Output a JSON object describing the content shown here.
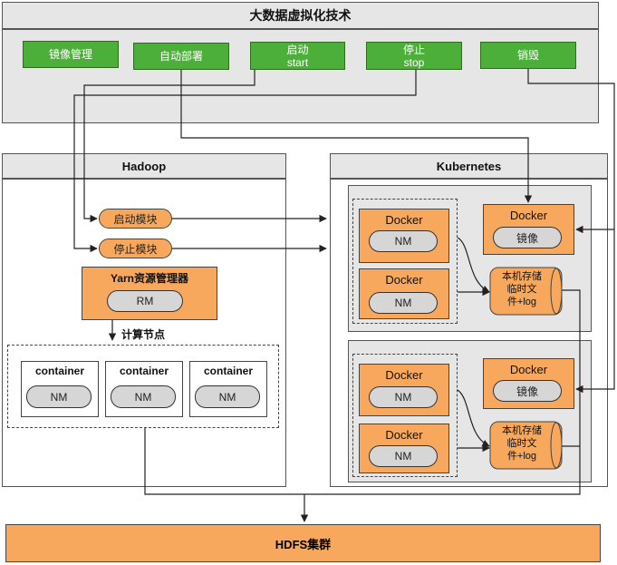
{
  "top": {
    "title": "大数据虚拟化技术",
    "buttons": [
      {
        "line1": "镜像管理",
        "line2": ""
      },
      {
        "line1": "自动部署",
        "line2": ""
      },
      {
        "line1": "启动",
        "line2": "start"
      },
      {
        "line1": "停止",
        "line2": "stop"
      },
      {
        "line1": "销毁",
        "line2": ""
      }
    ]
  },
  "hadoop": {
    "title": "Hadoop",
    "start_module": "启动模块",
    "stop_module": "停止模块",
    "yarn": "Yarn资源管理器",
    "rm": "RM",
    "compute_nodes": "计算节点",
    "containers": [
      {
        "title": "container",
        "nm": "NM"
      },
      {
        "title": "container",
        "nm": "NM"
      },
      {
        "title": "container",
        "nm": "NM"
      }
    ]
  },
  "kubernetes": {
    "title": "Kubernetes",
    "groups": [
      {
        "dockers": [
          {
            "title": "Docker",
            "nm": "NM"
          },
          {
            "title": "Docker",
            "nm": "NM"
          }
        ],
        "image_docker": {
          "title": "Docker",
          "image": "镜像"
        },
        "storage": [
          "本机存储",
          "临时文",
          "件+log"
        ]
      },
      {
        "dockers": [
          {
            "title": "Docker",
            "nm": "NM"
          },
          {
            "title": "Docker",
            "nm": "NM"
          }
        ],
        "image_docker": {
          "title": "Docker",
          "image": "镜像"
        },
        "storage": [
          "本机存储",
          "临时文",
          "件+log"
        ]
      }
    ]
  },
  "hdfs": "HDFS集群",
  "colors": {
    "green": "#4caf3a",
    "orange": "#f7a85c",
    "panel": "#e6e6e6",
    "pill": "#d6d6d6"
  }
}
